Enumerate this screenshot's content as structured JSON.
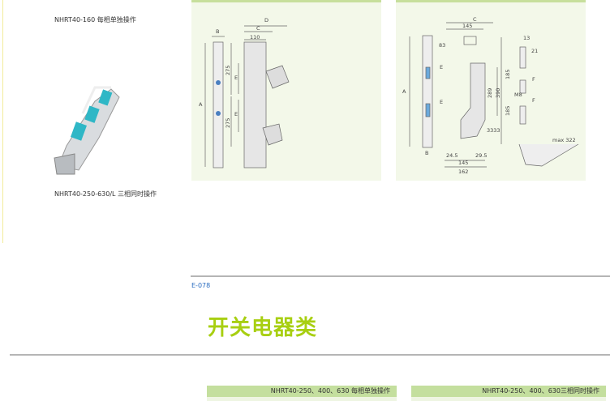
{
  "left_column": {
    "caption_top": "NHRT40-160 每相单独操作",
    "caption_bottom": "NHRT40-250-630/L 三相同时操作"
  },
  "drawing_left": {
    "labels": {
      "A": "A",
      "B": "B",
      "C": "C",
      "D": "D",
      "d110": "110",
      "d275a": "275",
      "d275b": "275",
      "E1": "E",
      "E2": "E"
    }
  },
  "drawing_right": {
    "labels": {
      "A": "A",
      "B": "B",
      "C": "C",
      "d145": "145",
      "d83": "83",
      "E1": "E",
      "E2": "E",
      "d289": "289",
      "d390": "390",
      "d185a": "185",
      "d185b": "185",
      "d13": "13",
      "d21": "21",
      "F1": "F",
      "F2": "F",
      "M8": "M8",
      "d33": "3333",
      "d24": "24.5",
      "d29": "29.5",
      "d145b": "145",
      "d162": "162",
      "max": "max 322"
    }
  },
  "page_number": "E-078",
  "section_title": "开关电器类",
  "bars": [
    {
      "label": "NHRT40-250、400、630 每相单独操作"
    },
    {
      "label": "NHRT40-250、400、630三相同时操作"
    }
  ],
  "colors": {
    "accent_green": "#a8cf12",
    "panel_bg": "#f3f8e9",
    "bar_bg": "#c4df9e",
    "page_blue": "#2a6cc0"
  }
}
